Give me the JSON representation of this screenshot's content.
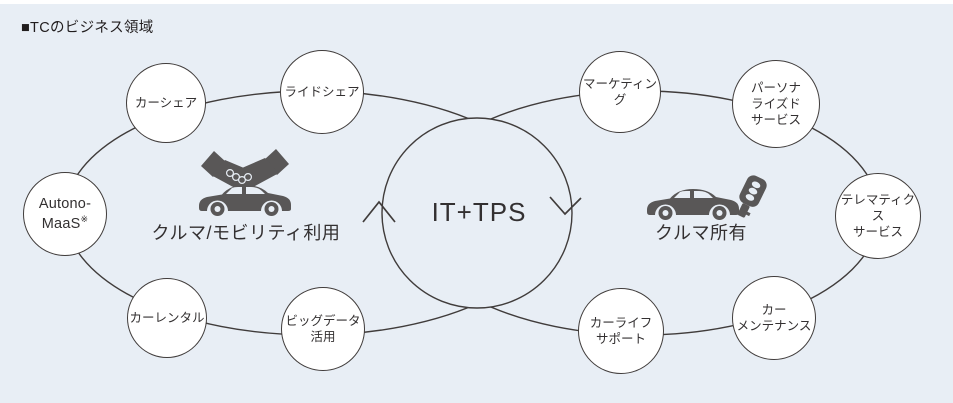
{
  "title": "■TCのビジネス領域",
  "diagram": {
    "center": {
      "label": "IT+TPS"
    },
    "left_loop": {
      "caption": "クルマ/モビリティ利用",
      "icon": "handshake-over-car-icon",
      "nodes": [
        {
          "label": "カーシェア"
        },
        {
          "label": "ライドシェア"
        },
        {
          "label": "Autono-\nMaaS",
          "note": "※"
        },
        {
          "label": "カーレンタル"
        },
        {
          "label": "ビッグデータ\n活用"
        }
      ]
    },
    "right_loop": {
      "caption": "クルマ所有",
      "icon": "car-with-key-icon",
      "nodes": [
        {
          "label": "マーケティング"
        },
        {
          "label": "パーソナ\nライズド\nサービス"
        },
        {
          "label": "テレマティクス\nサービス"
        },
        {
          "label": "カー\nメンテナンス"
        },
        {
          "label": "カーライフ\nサポート"
        }
      ]
    }
  },
  "colors": {
    "background": "#e8eef5",
    "line": "#403c3b",
    "text": "#333031",
    "icon": "#595757",
    "node_fill": "#ffffff",
    "title": "#211d1e"
  }
}
